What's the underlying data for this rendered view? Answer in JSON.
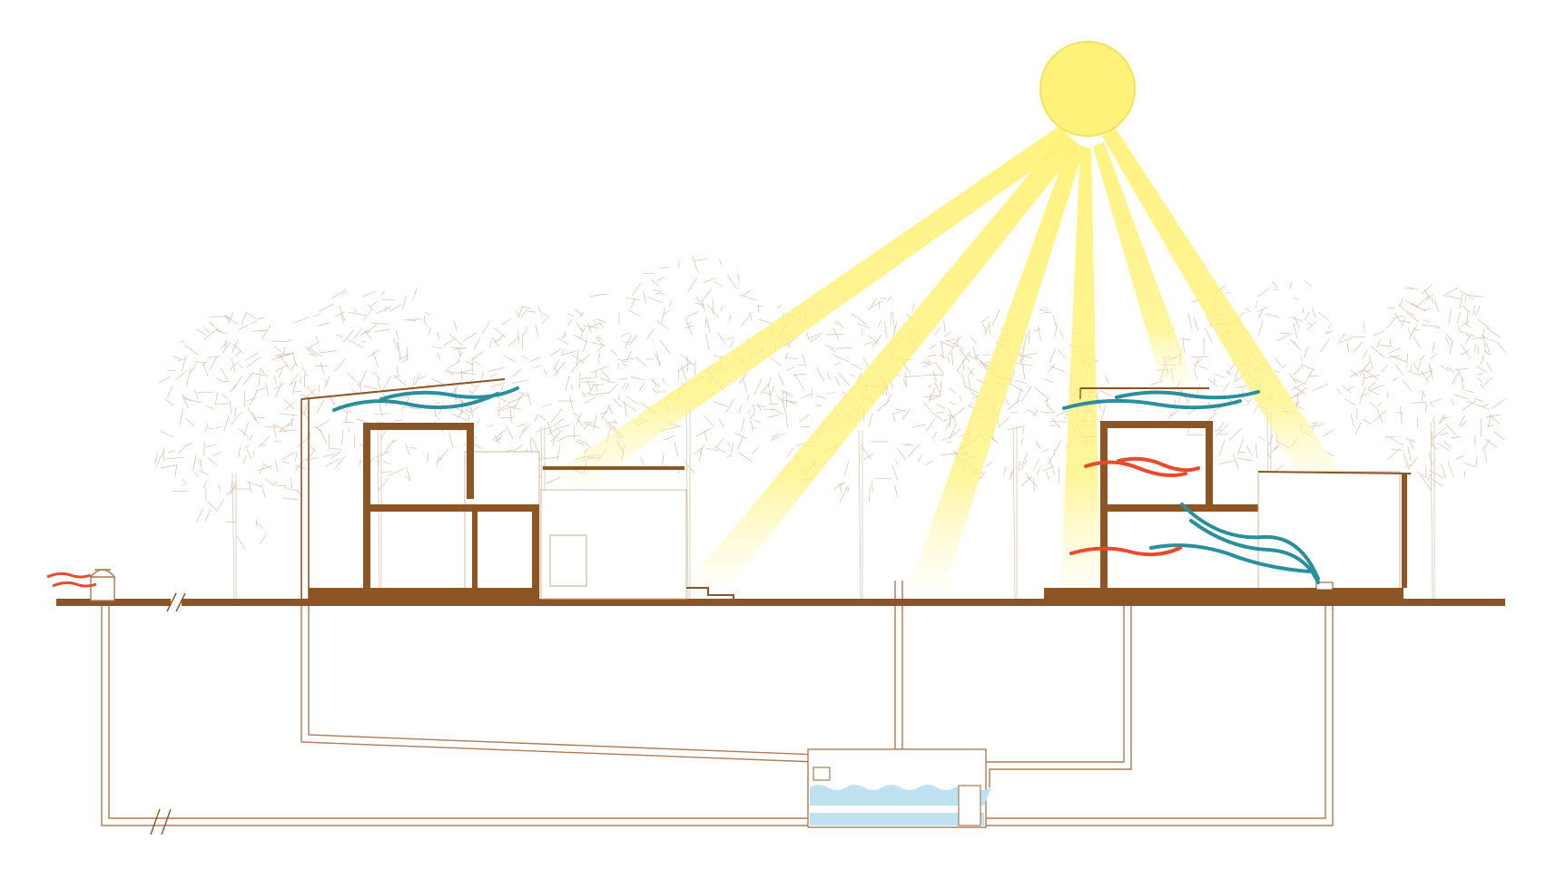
{
  "diagram": {
    "kind": "architectural-section",
    "text_labels": [],
    "colors": {
      "background": "#ffffff",
      "ground": "#8b5524",
      "structure": "#8b5524",
      "trees": "#c9a98e",
      "sun": "#fff27a",
      "sun_rays": "#fff4a0",
      "cool_air": "#2a8f9c",
      "warm_air": "#ea4a2a",
      "water": "#bfe2f2",
      "pipes": "#b07a55"
    },
    "elements": {
      "sun": "sun-icon",
      "trees": "tree-canopy",
      "left_house": "house-section",
      "right_house": "house-section",
      "cistern": "water-tank",
      "pipes": "underground-pipe",
      "vent": "air-intake-vent",
      "airflow_cool": "cool-airflow-arrow",
      "airflow_warm": "warm-airflow-arrow"
    }
  }
}
